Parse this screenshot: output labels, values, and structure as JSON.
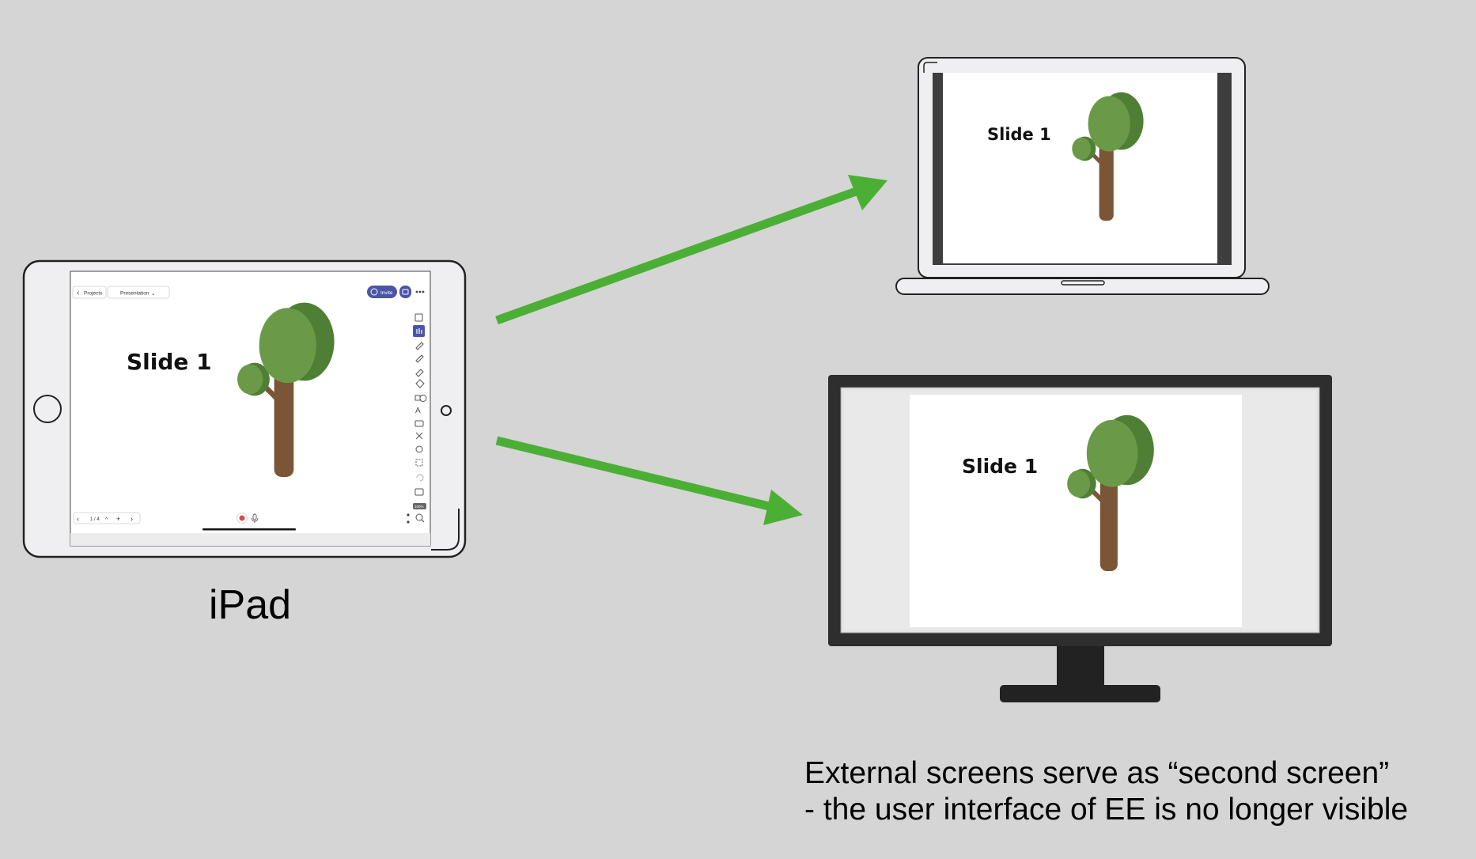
{
  "ipad": {
    "label": "iPad",
    "toolbar": {
      "back_label": "Projects",
      "mode_label": "Presentation",
      "invite_label": "Invite",
      "zoom_badge": "100%"
    },
    "bottom_bar": {
      "page_indicator": "1 / 4"
    },
    "slide_title": "Slide 1"
  },
  "laptop": {
    "slide_title": "Slide 1"
  },
  "monitor": {
    "slide_title": "Slide 1"
  },
  "caption": {
    "line1": "External screens serve as “second screen”",
    "line2": "- the user interface of EE is no longer visible"
  },
  "colors": {
    "background": "#d5d5d5",
    "arrow": "#4caf35",
    "accent": "#4a55a8",
    "tree_leaf": "#6a9a48",
    "tree_leaf_dark": "#4f7f35",
    "tree_trunk": "#7a5536"
  }
}
